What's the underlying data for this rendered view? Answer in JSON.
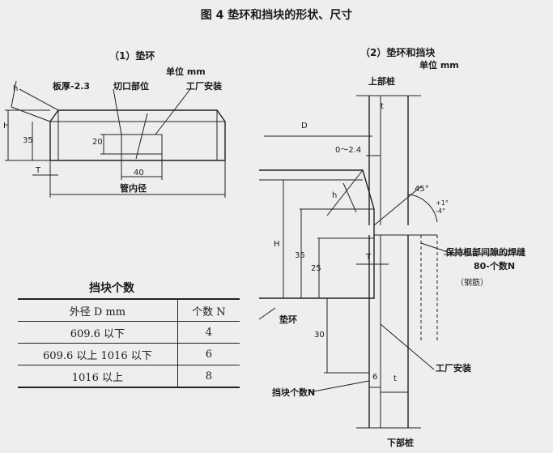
{
  "figure": {
    "title": "图 4  垫环和挡块的形状、尺寸",
    "left": {
      "subtitle": "（1）垫环",
      "unit": "单位 mm",
      "labels": {
        "plate": "板厚-2.3",
        "cut": "切口部位",
        "factory": "工厂安装",
        "pipe_diameter": "管内径",
        "h": "h",
        "H": "H",
        "d35": "35",
        "d20": "20",
        "d40": "40",
        "T": "T"
      }
    },
    "right": {
      "subtitle": "（2）垫环和挡块",
      "unit": "单位 mm",
      "labels": {
        "upper_pile": "上部桩",
        "lower_pile": "下部桩",
        "t_top": "t",
        "t_bottom": "t",
        "D": "D",
        "gap": "0～2.4",
        "h": "h",
        "H": "H",
        "d35": "35",
        "d25": "25",
        "d30": "30",
        "d6": "6",
        "T": "T",
        "angle": "45°",
        "angle_tol": "+1°",
        "angle_tol2": "-4°",
        "weld_note": "保持根部间隙的焊缝",
        "count_note": "80-个数N",
        "steel": "（钢筋）",
        "backing_ring": "垫环",
        "factory": "工厂安装",
        "stopper_count": "挡块个数N"
      }
    }
  },
  "stopper_table": {
    "title": "挡块个数",
    "headers": [
      "外径 D mm",
      "个数 N"
    ],
    "rows": [
      [
        "609.6 以下",
        "4"
      ],
      [
        "609.6 以上 1016 以下",
        "6"
      ],
      [
        "1016 以上",
        "8"
      ]
    ]
  }
}
